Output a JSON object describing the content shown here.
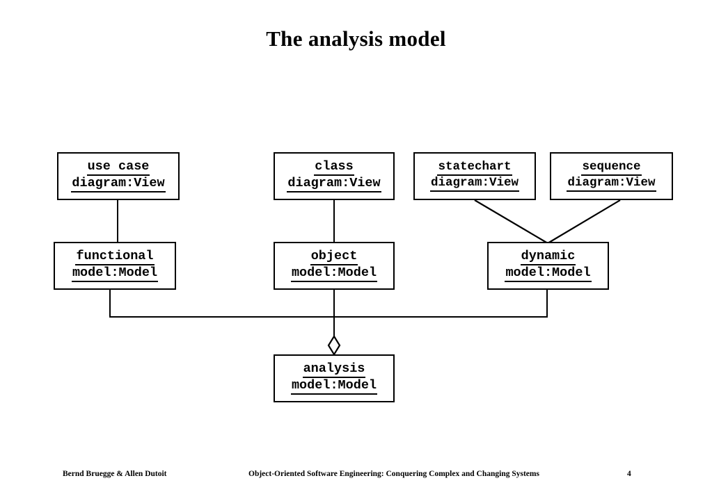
{
  "slide": {
    "title": "The analysis model",
    "page_number": "4"
  },
  "footer": {
    "authors": "Bernd Bruegge & Allen Dutoit",
    "book": "Object-Oriented Software Engineering: Conquering Complex and Changing Systems",
    "page": "4"
  },
  "diagram": {
    "type": "uml-object-diagram",
    "nodes": [
      {
        "id": "use-case-diagram",
        "line1": "use case",
        "line2": "diagram:View"
      },
      {
        "id": "class-diagram",
        "line1": "class",
        "line2": "diagram:View"
      },
      {
        "id": "statechart-diagram",
        "line1": "statechart",
        "line2": "diagram:View"
      },
      {
        "id": "sequence-diagram",
        "line1": "sequence",
        "line2": "diagram:View"
      },
      {
        "id": "functional-model",
        "line1": "functional",
        "line2": "model:Model"
      },
      {
        "id": "object-model",
        "line1": "object",
        "line2": "model:Model"
      },
      {
        "id": "dynamic-model",
        "line1": "dynamic",
        "line2": "model:Model"
      },
      {
        "id": "analysis-model",
        "line1": "analysis",
        "line2": "model:Model"
      }
    ],
    "edges": [
      {
        "from": "use-case-diagram",
        "to": "functional-model",
        "kind": "association"
      },
      {
        "from": "class-diagram",
        "to": "object-model",
        "kind": "association"
      },
      {
        "from": "statechart-diagram",
        "to": "dynamic-model",
        "kind": "association"
      },
      {
        "from": "sequence-diagram",
        "to": "dynamic-model",
        "kind": "association"
      },
      {
        "from": "functional-model",
        "to": "analysis-model",
        "kind": "aggregation"
      },
      {
        "from": "object-model",
        "to": "analysis-model",
        "kind": "aggregation"
      },
      {
        "from": "dynamic-model",
        "to": "analysis-model",
        "kind": "aggregation"
      }
    ],
    "colors": {
      "stroke": "#000000",
      "fill": "#ffffff",
      "text": "#000000"
    }
  }
}
